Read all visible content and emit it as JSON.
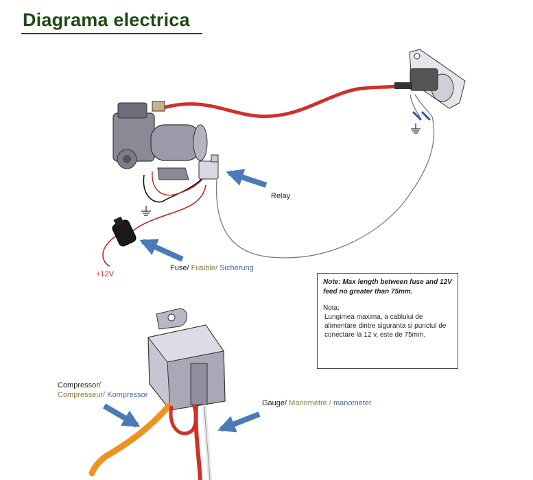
{
  "title": "Diagrama electrica",
  "labels": {
    "relay": "Relay",
    "fuse_en": "Fuse/",
    "fuse_fr": "Fusible/",
    "fuse_de": "Sicherung",
    "plus12v": "+12V",
    "compressor_en": "Compressor/",
    "compressor_fr": "Compresseur/",
    "compressor_de": "Kompressor",
    "gauge_en": "Gauge/",
    "gauge_fr": "Manomètre /",
    "gauge_de": "manometer"
  },
  "note": {
    "english": "Note: Max length between fuse and 12V feed no greater than 75mm.",
    "heading": "Nota:",
    "romanian": "Lungimea maxima, a cablului de alimentare dintre siguranta si punctul de conectare la 12 v, este de 75mm."
  },
  "colors": {
    "title": "#1e4a12",
    "arrow": "#4a7ab8",
    "wire_red": "#d0302a",
    "wire_orange": "#f0921e",
    "olive": "#8a7c3a",
    "blue": "#3c6aa4"
  }
}
